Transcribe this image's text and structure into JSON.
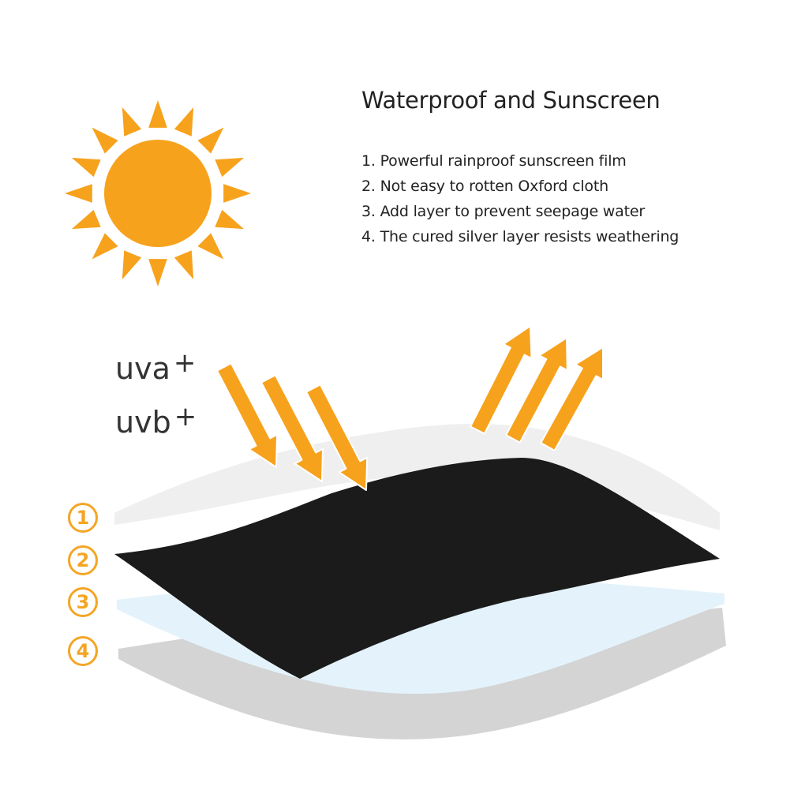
{
  "heading": {
    "title": "Waterproof and Sunscreen"
  },
  "features": [
    "1. Powerful rainproof sunscreen film",
    "2. Not easy to rotten Oxford cloth",
    "3. Add layer to prevent seepage water",
    "4. The cured silver layer resists weathering"
  ],
  "uv": {
    "uva": "uva",
    "uvb": "uvb",
    "plus": "+"
  },
  "layers": [
    {
      "number": "1"
    },
    {
      "number": "2"
    },
    {
      "number": "3"
    },
    {
      "number": "4"
    }
  ],
  "colors": {
    "sun": "#f7a21c",
    "arrow": "#f7a21c",
    "layer_number": "#f5a524",
    "black_layer": "#1c1c1c",
    "film_layer": "#f0f0f0",
    "blue_layer": "#e4f3fb",
    "silver_layer": "#d3d3d3"
  },
  "icons": {
    "sun": "sun-icon",
    "incoming_arrows": "down-right-arrow-icon",
    "reflected_arrows": "up-right-arrow-icon"
  }
}
